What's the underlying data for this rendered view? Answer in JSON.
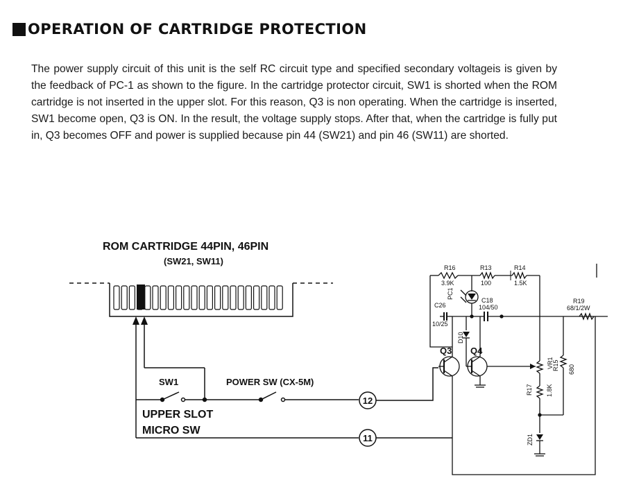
{
  "heading": "OPERATION OF CARTRIDGE PROTECTION",
  "description": "The power supply circuit of this unit is the self RC circuit type and specified secondary voltageis is given by the feedback of PC-1 as shown to the figure. In the cartridge protector circuit, SW1 is shorted when the ROM cartridge is not inserted in the upper slot. For this reason, Q3 is non operating. When the cartridge is inserted, SW1 become open, Q3 is ON. In the result, the voltage supply stops. After that, when the cartridge is fully put in, Q3 becomes OFF and power is supplied because pin 44 (SW21) and pin 46 (SW11) are shorted.",
  "diagram": {
    "cartridge_title": "ROM CARTRIDGE 44PIN, 46PIN",
    "cartridge_subtitle": "(SW21, SW11)",
    "sw1_label": "SW1",
    "power_sw_label": "POWER SW (CX-5M)",
    "upper_slot_label": "UPPER SLOT",
    "micro_sw_label": "MICRO SW",
    "connector_12": "12",
    "connector_11": "11",
    "components": {
      "r16": "R16",
      "r16_value": "3.9K",
      "r13": "R13",
      "r13_value": "100",
      "r14": "R14",
      "r14_value": "1.5K",
      "pc1": "PC1",
      "c18": "C18",
      "c18_value": "104/50",
      "c26": "C26",
      "c26_value": "10/25",
      "r19": "R19",
      "r19_value": "68/1/2W",
      "d10": "D10",
      "q3": "Q3",
      "q4": "Q4",
      "vr1": "VR1",
      "r15": "R15",
      "r15_value": "680",
      "r17": "R17",
      "r17_value": "1.8K",
      "zd1": "ZD1"
    }
  }
}
